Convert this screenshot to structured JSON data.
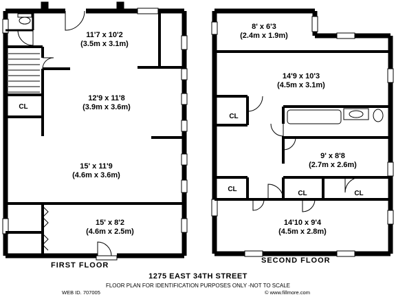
{
  "first_floor": {
    "label": "FIRST FLOOR",
    "rooms": [
      {
        "dim_imperial": "11'7 x 10'2",
        "dim_metric": "(3.5m x 3.1m)"
      },
      {
        "dim_imperial": "12'9 x 11'8",
        "dim_metric": "(3.9m x 3.6m)"
      },
      {
        "dim_imperial": "15' x 11'9",
        "dim_metric": "(4.6m x 3.6m)"
      },
      {
        "dim_imperial": "15' x 8'2",
        "dim_metric": "(4.6m x 2.5m)"
      }
    ],
    "closet": "CL"
  },
  "second_floor": {
    "label": "SECOND FLOOR",
    "rooms": [
      {
        "dim_imperial": "8' x 6'3",
        "dim_metric": "(2.4m x 1.9m)"
      },
      {
        "dim_imperial": "14'9 x 10'3",
        "dim_metric": "(4.5m x 3.1m)"
      },
      {
        "dim_imperial": "9' x 8'8",
        "dim_metric": "(2.7m x 2.6m)"
      },
      {
        "dim_imperial": "14'10 x 9'4",
        "dim_metric": "(4.5m x 2.8m)"
      }
    ],
    "closets": [
      "CL",
      "CL",
      "CL",
      "CL"
    ]
  },
  "footer": {
    "address": "1275 EAST 34TH STREET",
    "disclaimer": "FLOOR PLAN FOR IDENTIFICATION PURPOSES ONLY -NOT TO SCALE",
    "web_id": "WEB ID. 707005",
    "copyright": "© www.fillmore.com"
  },
  "colors": {
    "wall": "#000000",
    "window": "#ffffff",
    "fixture": "#666666"
  }
}
